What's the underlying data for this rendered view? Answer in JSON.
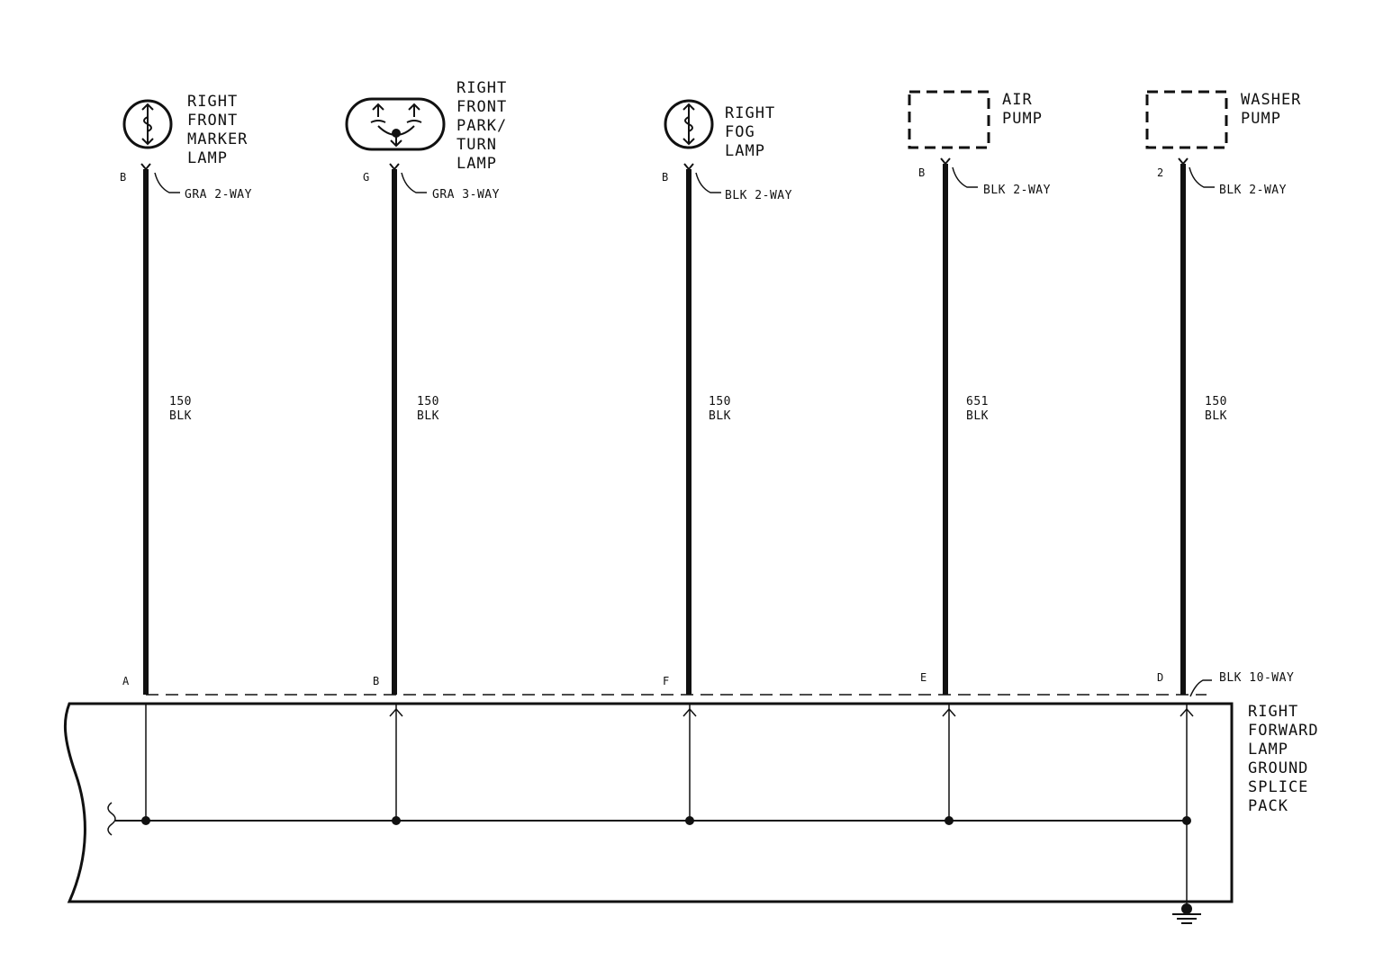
{
  "colors": {
    "ink": "#111111",
    "background": "#ffffff"
  },
  "components": [
    {
      "name_lines": [
        "RIGHT",
        "FRONT",
        "MARKER",
        "LAMP"
      ],
      "symbol": "lamp-icon",
      "top_pin": "B",
      "connector": "GRA 2-WAY",
      "circuit": "150",
      "wire_color": "BLK",
      "splice_pin": "A"
    },
    {
      "name_lines": [
        "RIGHT",
        "FRONT",
        "PARK/",
        "TURN",
        "LAMP"
      ],
      "symbol": "dual-filament-lamp-icon",
      "top_pin": "G",
      "connector": "GRA 3-WAY",
      "circuit": "150",
      "wire_color": "BLK",
      "splice_pin": "B"
    },
    {
      "name_lines": [
        "RIGHT",
        "FOG",
        "LAMP"
      ],
      "symbol": "lamp-icon",
      "top_pin": "B",
      "connector": "BLK 2-WAY",
      "circuit": "150",
      "wire_color": "BLK",
      "splice_pin": "F"
    },
    {
      "name_lines": [
        "AIR",
        "PUMP"
      ],
      "symbol": "component-box-icon",
      "top_pin": "B",
      "connector": "BLK 2-WAY",
      "circuit": "651",
      "wire_color": "BLK",
      "splice_pin": "E"
    },
    {
      "name_lines": [
        "WASHER",
        "PUMP"
      ],
      "symbol": "component-box-icon",
      "top_pin": "2",
      "connector": "BLK 2-WAY",
      "circuit": "150",
      "wire_color": "BLK",
      "splice_pin": "D"
    }
  ],
  "splice_pack": {
    "name_lines": [
      "RIGHT",
      "FORWARD",
      "LAMP",
      "GROUND",
      "SPLICE",
      "PACK"
    ],
    "connector": "BLK 10-WAY"
  },
  "ground_symbol": "ground-icon"
}
